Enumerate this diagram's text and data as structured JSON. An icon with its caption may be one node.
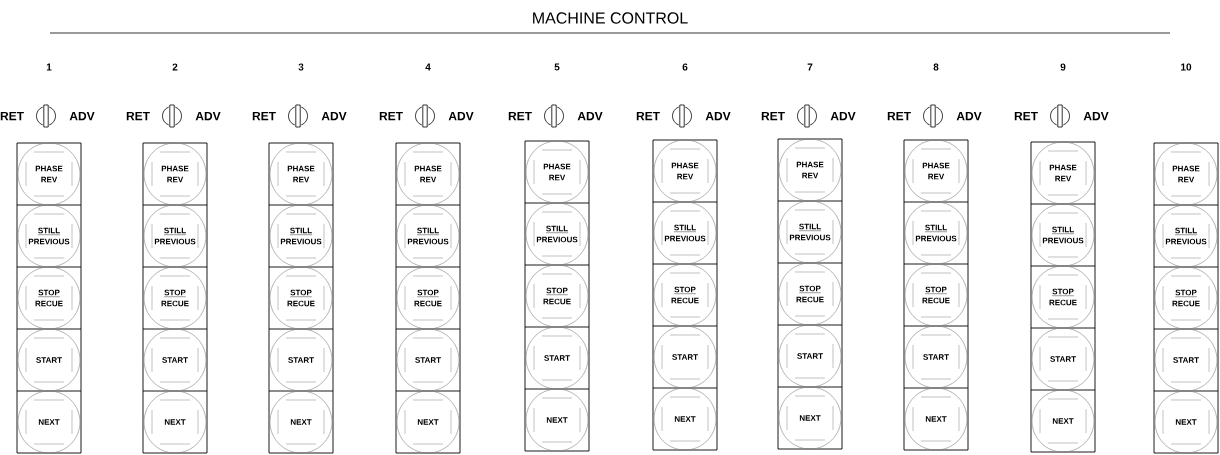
{
  "diagram": {
    "title": "MACHINE CONTROL",
    "nodes": [
      {
        "text": [],
        "shape": "box"
      },
      {
        "text": [
          "PHASE REV"
        ],
        "in": 0
      },
      {
        "text": [
          "STILL",
          "PREVIOUS"
        ],
        "in": 0
      },
      {
        "text": [
          "STOP",
          "RECUE"
        ],
        "in": 0
      },
      {
        "text": [
          "START"
        ],
        "in": 0
      },
      {
        "text": [
          "NEXT"
        ],
        "in": 0
      },
      {
        "text": [],
        "shape": "box"
      },
      {
        "text": [
          "PHASE REV"
        ],
        "in": 6
      },
      {
        "text": [
          "STILL",
          "PREVIOUS"
        ],
        "in": 6
      },
      {
        "text": [
          "STOP",
          "RECUE"
        ],
        "in": 6
      },
      {
        "text": [
          "START"
        ],
        "in": 6
      },
      {
        "text": [
          "NEXT"
        ],
        "in": 6
      },
      {
        "text": [],
        "shape": "box"
      },
      {
        "text": [
          "PHASE REV"
        ],
        "in": 12
      },
      {
        "text": [
          "STILL",
          "PREVIOUS"
        ],
        "in": 12
      },
      {
        "text": [
          "STOP",
          "RECUE"
        ],
        "in": 12
      },
      {
        "text": [
          "START"
        ],
        "in": 12
      },
      {
        "text": [
          "NEXT"
        ],
        "in": 12
      },
      {
        "text": [],
        "shape": "box"
      },
      {
        "text": [
          "PHASE REV"
        ],
        "in": 18
      },
      {
        "text": [
          "STILL",
          "PREVIOUS"
        ],
        "in": 18
      },
      {
        "text": [
          "STOP",
          "RECUE"
        ],
        "in": 18
      },
      {
        "text": [
          "START"
        ],
        "in": 18
      },
      {
        "text": [
          "NEXT"
        ],
        "in": 18
      },
      {
        "text": [],
        "shape": "box"
      },
      {
        "text": [
          "PHASE REV"
        ],
        "in": 24
      },
      {
        "text": [
          "STILL",
          "PREVIOUS"
        ],
        "in": 24
      },
      {
        "text": [
          "STOP",
          "RECUE"
        ],
        "in": 24
      },
      {
        "text": [
          "START"
        ],
        "in": 24
      },
      {
        "text": [
          "NEXT"
        ],
        "in": 24
      },
      {
        "text": [],
        "shape": "box"
      },
      {
        "text": [
          "PHASE REV"
        ],
        "in": 30
      },
      {
        "text": [
          "STILL",
          "PREVIOUS"
        ],
        "in": 30
      },
      {
        "text": [
          "STOP",
          "RECUE"
        ],
        "in": 30
      },
      {
        "text": [
          "START"
        ],
        "in": 30
      },
      {
        "text": [
          "NEXT"
        ],
        "in": 30
      },
      {
        "text": [],
        "shape": "box"
      },
      {
        "text": [
          "PHASE REV"
        ],
        "in": 36
      },
      {
        "text": [
          "STILL",
          "PREVIOUS"
        ],
        "in": 36
      },
      {
        "text": [
          "STOP",
          "RECUE"
        ],
        "in": 36
      },
      {
        "text": [
          "START"
        ],
        "in": 36
      },
      {
        "text": [
          "NEXT"
        ],
        "in": 36
      },
      {
        "text": [],
        "shape": "box"
      },
      {
        "text": [
          "PHASE REV"
        ],
        "in": 42
      },
      {
        "text": [
          "STILL",
          "PREVIOUS"
        ],
        "in": 42
      },
      {
        "text": [
          "STOP",
          "RECUE"
        ],
        "in": 42
      },
      {
        "text": [
          "START"
        ],
        "in": 42
      },
      {
        "text": [
          "NEXT"
        ],
        "in": 42
      },
      {
        "text": [],
        "shape": "box"
      },
      {
        "text": [
          "PHASE REV"
        ],
        "in": 48
      },
      {
        "text": [
          "STILL",
          "PREVIOUS"
        ],
        "in": 48
      },
      {
        "text": [
          "STOP",
          "RECUE"
        ],
        "in": 48
      },
      {
        "text": [
          "START"
        ],
        "in": 48
      },
      {
        "text": [
          "NEXT"
        ],
        "in": 48
      },
      {
        "text": [],
        "shape": "box"
      },
      {
        "text": [
          "PHASE REV"
        ],
        "in": 54
      },
      {
        "text": [
          "STILL",
          "PREVIOUS"
        ],
        "in": 54
      },
      {
        "text": [
          "STOP",
          "RECUE"
        ],
        "in": 54
      },
      {
        "text": [
          "START"
        ],
        "in": 54
      },
      {
        "text": [
          "NEXT"
        ],
        "in": 54
      }
    ],
    "labels": [
      "1",
      "2",
      "3",
      "4",
      "5",
      "6",
      "7",
      "8",
      "9",
      "10",
      "RET",
      "ADV",
      "RET",
      "ADV",
      "RET",
      "ADV",
      "RET",
      "ADV",
      "RET",
      "ADV",
      "RET",
      "ADV",
      "RET",
      "ADV",
      "RET",
      "ADV",
      "RET",
      "ADV"
    ]
  }
}
